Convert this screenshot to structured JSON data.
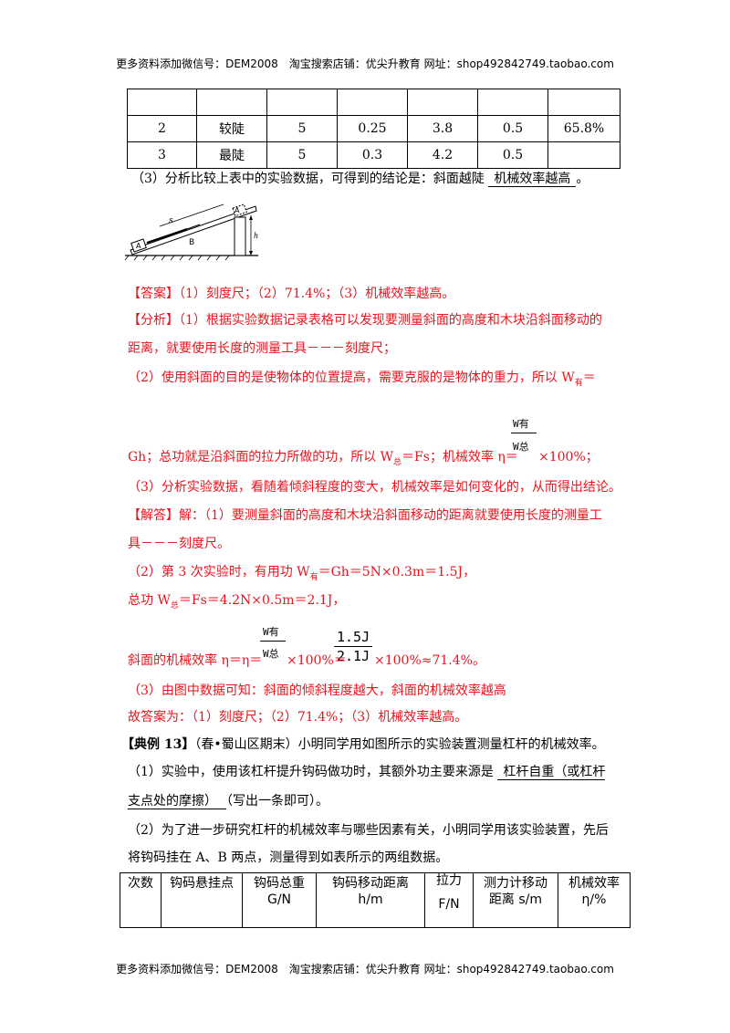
{
  "header": {
    "text": "更多资料添加微信号：DEM2008　淘宝搜索店铺：优尖升教育 网址：shop492842749.taobao.com"
  },
  "footer": {
    "text": "更多资料添加微信号：DEM2008　淘宝搜索店铺：优尖升教育 网址：shop492842749.taobao.com"
  },
  "table1": {
    "rows": [
      [
        "",
        "",
        "",
        "",
        "",
        "",
        ""
      ],
      [
        "2",
        "较陡",
        "5",
        "0.25",
        "3.8",
        "0.5",
        "65.8%"
      ],
      [
        "3",
        "最陡",
        "5",
        "0.3",
        "4.2",
        "0.5",
        ""
      ]
    ]
  },
  "q3": {
    "prefix": "（3）分析比较上表中的实验数据，可得到的结论是：斜面越陡",
    "answer": "机械效率越高",
    "suffix": "。"
  },
  "figure": {
    "label_s": "s",
    "label_A": "A",
    "label_B": "B",
    "label_h": "h"
  },
  "answer": {
    "tag": "【答案】",
    "text": "（1）刻度尺；（2）71.4%；（3）机械效率越高。"
  },
  "analysis": {
    "tag": "【分析】",
    "l1": "（1）根据实验数据记录表格可以发现要测量斜面的高度和木块沿斜面移动的",
    "l2": "距离，就要使用长度的测量工具－－－刻度尺；",
    "l3": "（2）使用斜面的目的是使物体的位置提高，需要克服的是物体的重力，所以 W",
    "l3_sub": "有",
    "l3_end": "＝",
    "frac_num": "W有",
    "frac_den": "W总",
    "l4": "Gh；总功就是沿斜面的拉力所做的功，所以 W",
    "l4_sub": "总",
    "l4_mid": "＝Fs；机械效率 η＝",
    "l4_end": "×100%；",
    "l5": "（3）分析实验数据，看随着倾斜程度的变大，机械效率是如何变化的，从而得出结论。"
  },
  "solution": {
    "tag": "【解答】",
    "l1": "解：（1）要测量斜面的高度和木块沿斜面移动的距离就要使用长度的测量工",
    "l2": "具－－－刻度尺。",
    "l3a": "（2）第 3 次实验时，有用功 W",
    "l3_sub": "有",
    "l3b": "＝Gh＝5N×0.3m＝1.5J，",
    "l4a": "总功 W",
    "l4_sub": "总",
    "l4b": "＝Fs＝4.2N×0.5m＝2.1J，",
    "frac1_num": "W有",
    "frac1_den": "W总",
    "frac2_num": "1.5J",
    "frac2_den": "2.1J",
    "l5a": "斜面的机械效率 η＝η＝",
    "l5b": "×100%＝",
    "l5c": "×100%≈71.4%。",
    "l6": "（3）由图中数据可知：斜面的倾斜程度越大，斜面的机械效率越高",
    "l7": "故答案为：（1）刻度尺；（2）71.4%；（3）机械效率越高。"
  },
  "example13": {
    "tag": "【典例 13】",
    "text": "（春•蜀山区期末）小明同学用如图所示的实验装置测量杠杆的机械效率。",
    "q1a": "（1）实验中，使用该杠杆提升钩码做功时，其额外功主要来源是",
    "q1_ans1": "杠杆自重（或杠杆",
    "q1_ans2": "支点处的摩擦）",
    "q1b": "（写出一条即可）。",
    "q2_l1": "（2）为了进一步研究杠杆的机械效率与哪些因素有关，小明同学用该实验装置，先后",
    "q2_l2": "将钩码挂在 A、B 两点，测量得到如表所示的两组数据。"
  },
  "table2": {
    "headers": [
      "次数",
      "钩码悬挂点",
      "钩码总重\nG/N",
      "钩码移动距离\nh/m",
      "拉力\n\nF/N",
      "测力计移动\n距离 s/m",
      "机械效率\nη/%"
    ]
  }
}
